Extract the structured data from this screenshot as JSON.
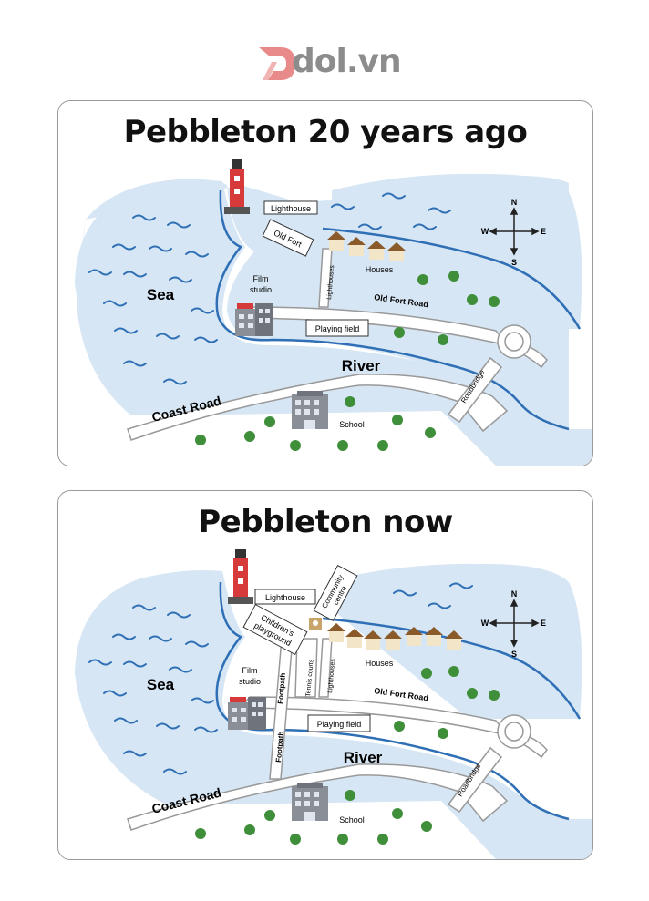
{
  "brand": {
    "name": "dol.vn",
    "logo_color": "#e88a8a"
  },
  "colors": {
    "water": "#d6e6f4",
    "river_line": "#2f6fb5",
    "road": "#ffffff",
    "lighthouse": "#d63a3a",
    "tree": "#3f8f3a"
  },
  "map_before": {
    "title": "Pebbleton 20 years ago",
    "sea": "Sea",
    "river": "River",
    "coast_road": "Coast Road",
    "old_fort_road": "Old Fort Road",
    "roadbridge": "Roadbridge",
    "lighthouse": "Lighthouse",
    "old_fort": "Old Fort",
    "lighthouses_road": "Lighthouses",
    "houses": "Houses",
    "film_studio_line1": "Film",
    "film_studio_line2": "studio",
    "playing_field": "Playing field",
    "school": "School",
    "compass": {
      "n": "N",
      "s": "S",
      "e": "E",
      "w": "W"
    }
  },
  "map_now": {
    "title": "Pebbleton now",
    "sea": "Sea",
    "river": "River",
    "coast_road": "Coast Road",
    "old_fort_road": "Old Fort Road",
    "roadbridge": "Roadbridge",
    "lighthouse": "Lighthouse",
    "community_centre_line1": "Community",
    "community_centre_line2": "centre",
    "childrens_playground_line1": "Children's",
    "childrens_playground_line2": "playground",
    "tennis_courts": "Tennis courts",
    "lighthouses_road": "Lighthouses",
    "houses": "Houses",
    "film_studio_line1": "Film",
    "film_studio_line2": "studio",
    "footpath": "Footpath",
    "playing_field": "Playing field",
    "school": "School",
    "compass": {
      "n": "N",
      "s": "S",
      "e": "E",
      "w": "W"
    }
  }
}
